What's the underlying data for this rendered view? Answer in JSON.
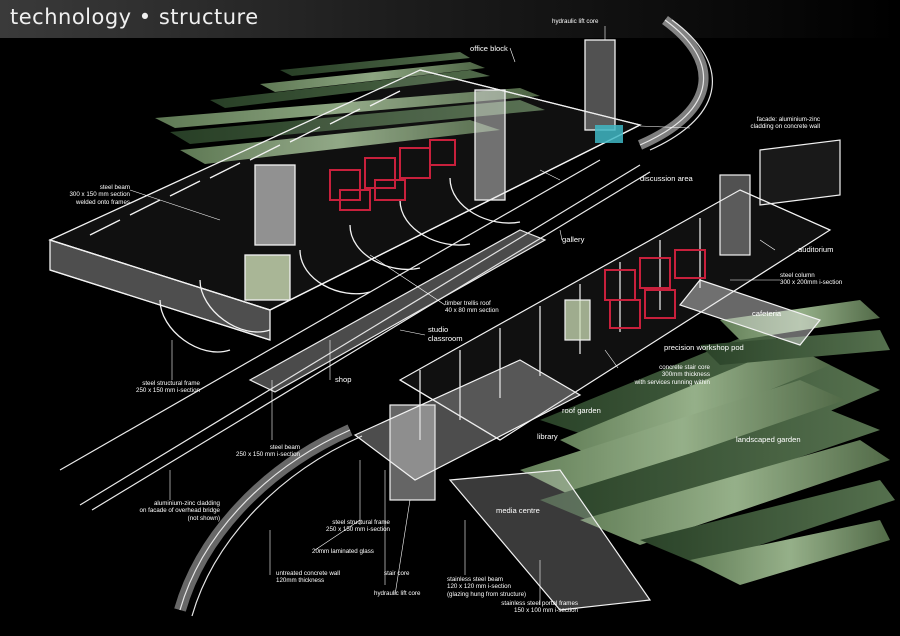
{
  "header": {
    "title": "technology • structure"
  },
  "labels": {
    "hydraulic_lift_core_top": "hydraulic lift core",
    "office_block": "office block",
    "facade_cladding": "facade: aluminium-zinc\ncladding on concrete wall",
    "steel_beam_300": "steel beam\n300 x 150 mm section\nwelded onto frames",
    "discussion_area": "discussion area",
    "gallery": "gallery",
    "auditorium": "auditorium",
    "steel_column": "steel column\n300 x 200mm i-section",
    "cafeteria": "cafeteria",
    "timber_trellis": "timber trellis roof\n40 x 80 mm section",
    "studio_classroom": "studio\nclassroom",
    "precision_workshop_pod": "precision workshop pod",
    "concrete_stair_core": "concrete stair core\n300mm thickness\nwith services running within",
    "steel_structural_frame_left": "steel structural frame\n250 x 150 mm i-section",
    "shop": "shop",
    "roof_garden": "roof garden",
    "library": "library",
    "landscaped_garden": "landscaped garden",
    "steel_beam_250": "steel beam\n250 x 150 mm i-section",
    "aluminium_zinc_bridge": "aluminium-zinc cladding\non facade of overhead bridge\n(not shown)",
    "steel_structural_frame_mid": "steel structural frame\n250 x 150 mm i-section",
    "laminated_glass": "20mm laminated glass",
    "media_centre": "media centre",
    "untreated_concrete_wall": "untreated concrete wall\n120mm thickness",
    "stair_core": "stair core",
    "hydraulic_lift_core_bottom": "hydraulic lift core",
    "stainless_steel_beam": "stainless steel beam\n120 x 120 mm i-section\n(glazing hung from structure)",
    "stainless_portal_frames": "stainless steel portal frames\n150 x 100 mm i-section"
  },
  "colors": {
    "background": "#000000",
    "structure": "#f2f2f2",
    "landscape_green": "#8fae82",
    "pod_red": "#c8203c",
    "panel_green": "#cfe0b8",
    "accent_cyan": "#3fb7c4"
  }
}
